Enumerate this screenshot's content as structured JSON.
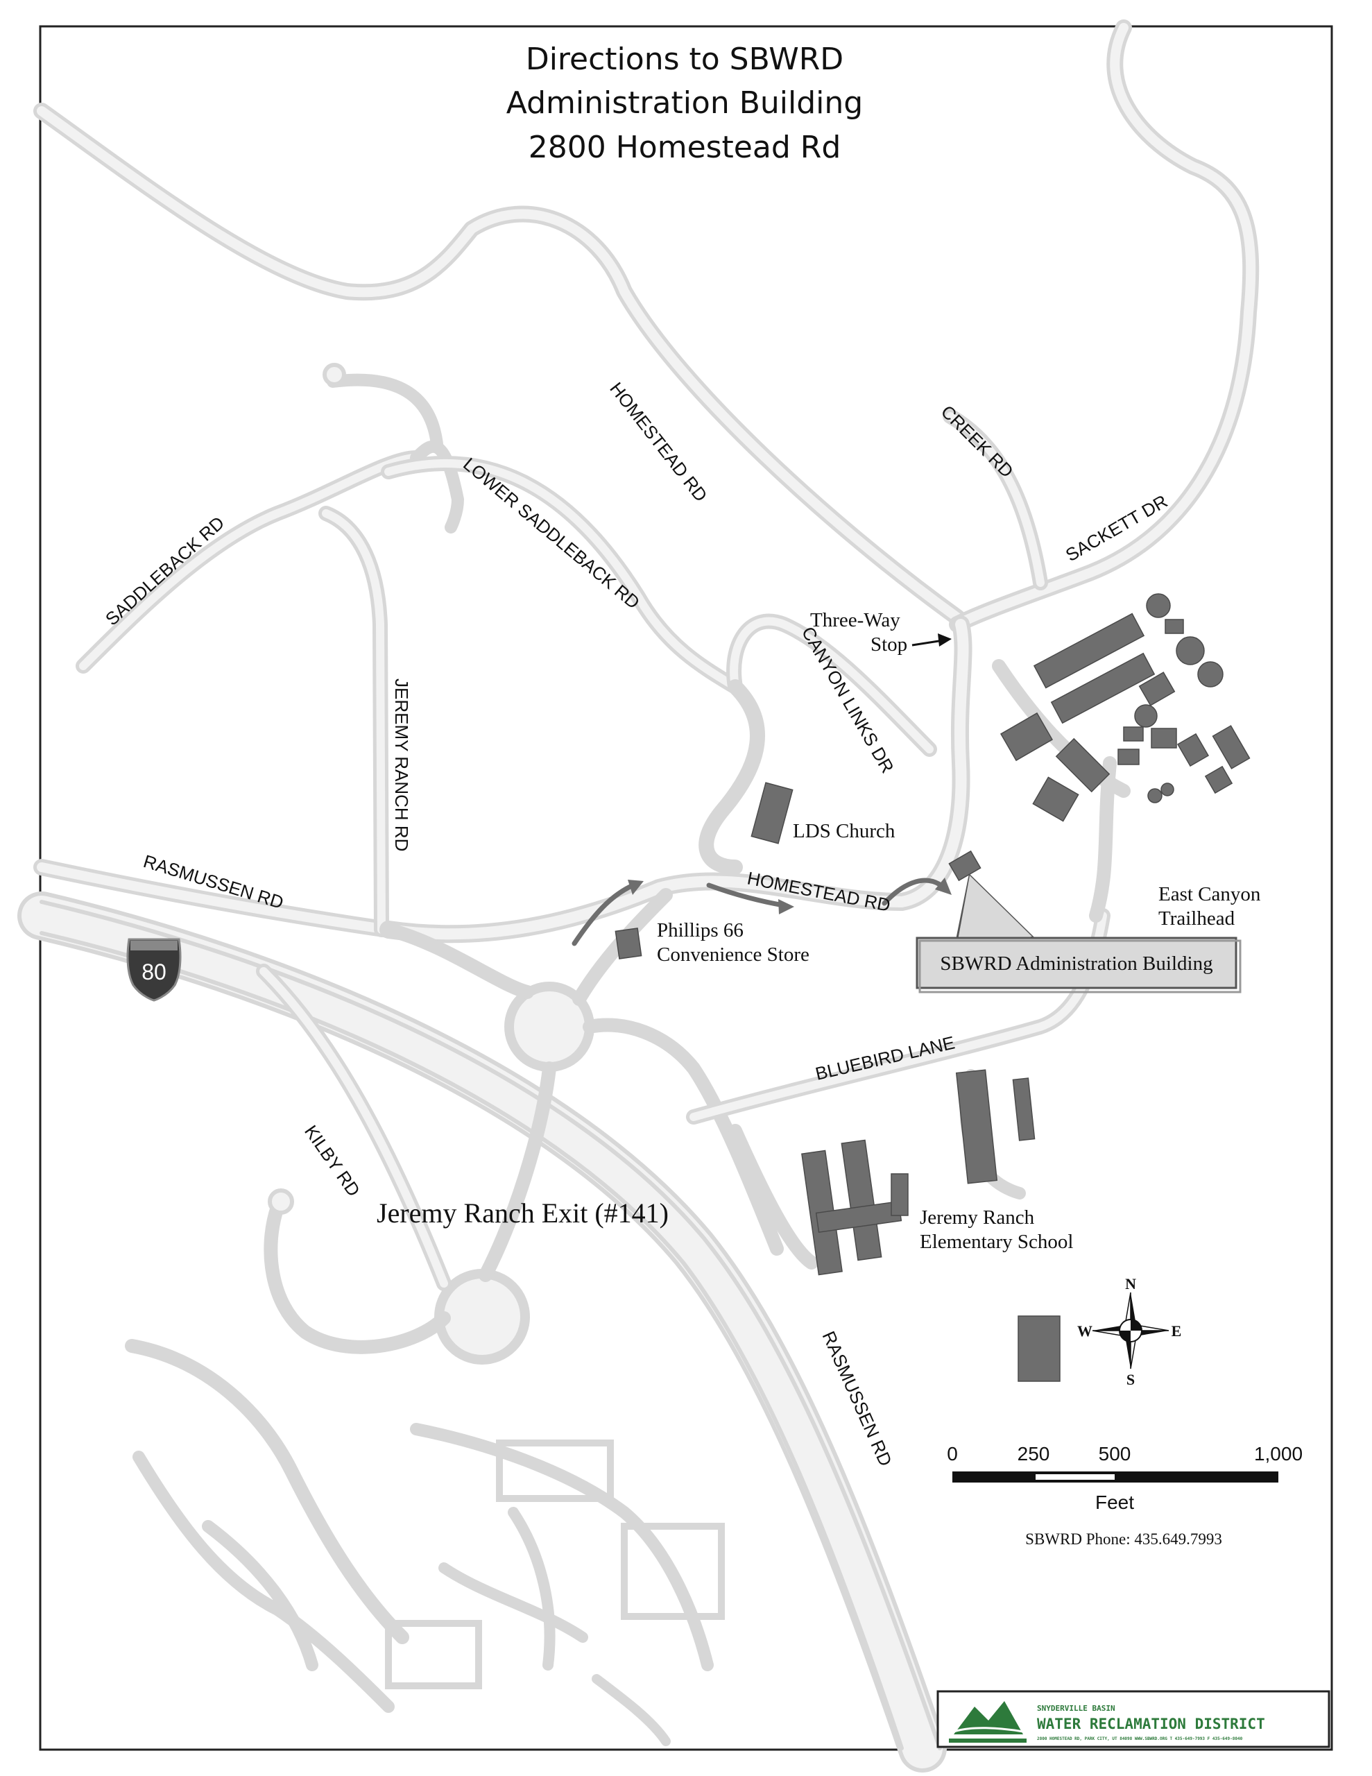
{
  "title": {
    "line1": "Directions to SBWRD",
    "line2": "Administration Building",
    "line3": "2800 Homestead Rd"
  },
  "roads": {
    "homestead_rd_north": "HOMESTEAD RD",
    "creek_rd": "CREEK RD",
    "sackett_dr": "SACKETT DR",
    "lower_saddleback_rd": "LOWER SADDLEBACK RD",
    "saddleback_rd": "SADDLEBACK RD",
    "jeremy_ranch_rd": "JEREMY RANCH RD",
    "canyon_links_dr": "CANYON LINKS  DR",
    "rasmussen_rd_west": "RASMUSSEN RD",
    "homestead_rd_south": "HOMESTEAD RD",
    "bluebird_lane": "BLUEBIRD LANE",
    "kilby_rd": "KILBY RD",
    "rasmussen_rd_south": "RASMUSSEN RD",
    "interstate": "80"
  },
  "places": {
    "three_way_line1": "Three-Way",
    "three_way_line2": "Stop",
    "lds_church": "LDS Church",
    "phillips_line1": "Phillips 66",
    "phillips_line2": "Convenience Store",
    "east_canyon_line1": "East Canyon",
    "east_canyon_line2": "Trailhead",
    "sbwrd_callout": "SBWRD Administration Building",
    "school_line1": "Jeremy Ranch",
    "school_line2": "Elementary School",
    "exit": "Jeremy Ranch Exit (#141)"
  },
  "compass": {
    "n": "N",
    "s": "S",
    "e": "E",
    "w": "W"
  },
  "scale_bar": {
    "ticks": [
      "0",
      "250",
      "500",
      "1,000"
    ],
    "unit": "Feet"
  },
  "phone": "SBWRD Phone: 435.649.7993",
  "logo": {
    "small_line": "SNYDERVILLE BASIN",
    "main_line": "WATER RECLAMATION DISTRICT",
    "address_line": "2800 HOMESTEAD RD, PARK CITY, UT 84098   WWW.SBWRD.ORG   T 435-649-7993   F 435-649-8040"
  },
  "colors": {
    "road_casing": "#d7d7d7",
    "road_fill": "#f2f2f2",
    "building": "#6e6e6e",
    "logo_green": "#2d7a3b"
  }
}
